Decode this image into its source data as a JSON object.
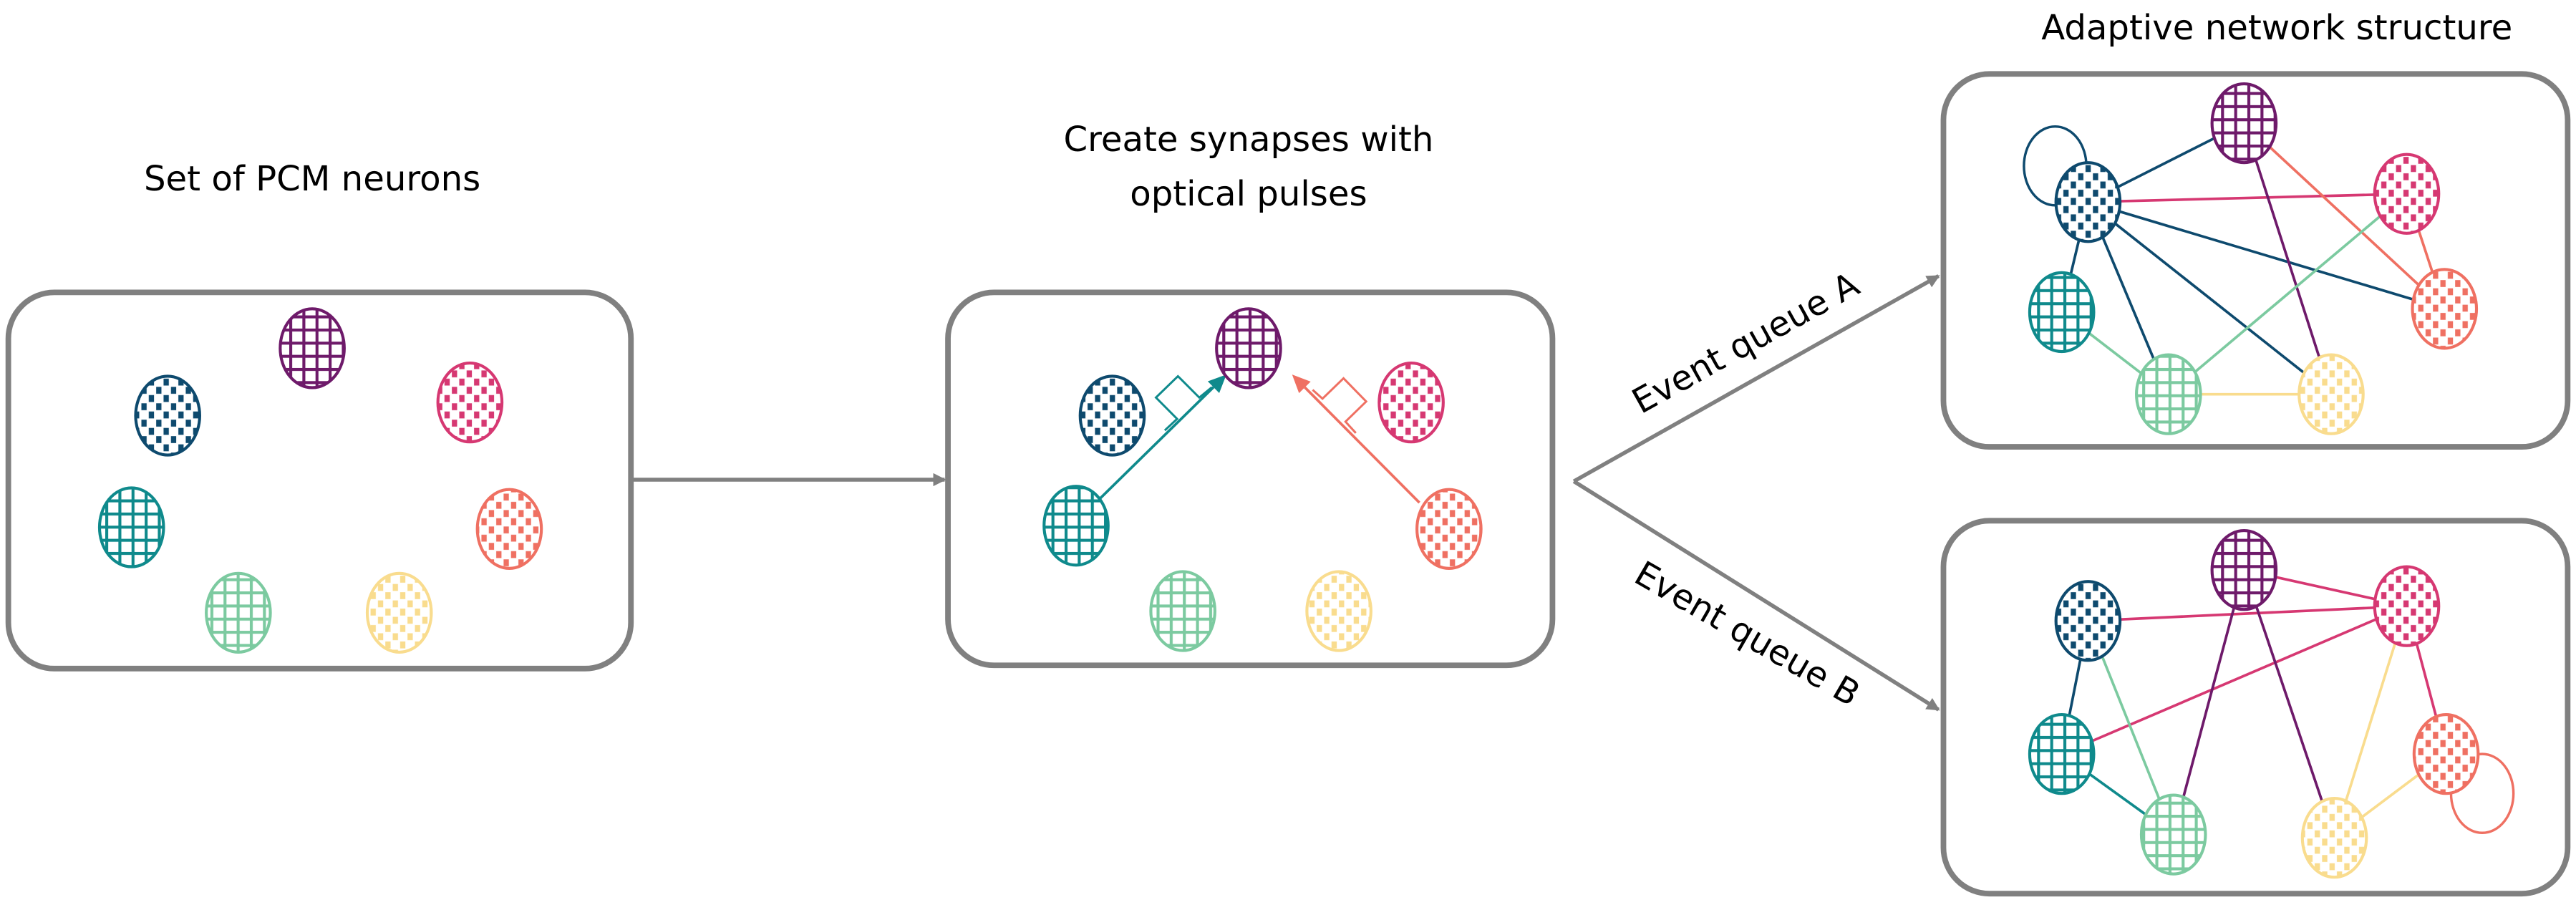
{
  "titles": {
    "set": "Set of PCM neurons",
    "synapse_line1": "Create synapses with",
    "synapse_line2": "optical pulses",
    "adaptive": "Adaptive network structure"
  },
  "event_labels": {
    "a": "Event queue A",
    "b": "Event queue B"
  },
  "neurons": [
    {
      "id": "purple",
      "color": "#6e1a6a",
      "pattern": "grid"
    },
    {
      "id": "navy",
      "color": "#0e4a6e",
      "pattern": "checker"
    },
    {
      "id": "pink",
      "color": "#d63872",
      "pattern": "checker"
    },
    {
      "id": "teal",
      "color": "#0f8a8c",
      "pattern": "grid"
    },
    {
      "id": "coral",
      "color": "#ef7062",
      "pattern": "checker"
    },
    {
      "id": "green",
      "color": "#7ccaa0",
      "pattern": "grid"
    },
    {
      "id": "yellow",
      "color": "#f9dc8e",
      "pattern": "checker"
    }
  ],
  "synapses": [
    {
      "from": "teal",
      "to": "purple",
      "color": "teal"
    },
    {
      "from": "coral",
      "to": "purple",
      "color": "coral"
    }
  ],
  "network_a": {
    "loops": [
      "navy"
    ],
    "edges": [
      [
        "navy",
        "purple",
        "navy"
      ],
      [
        "navy",
        "pink",
        "pink"
      ],
      [
        "navy",
        "teal",
        "navy"
      ],
      [
        "navy",
        "green",
        "navy"
      ],
      [
        "navy",
        "yellow",
        "navy"
      ],
      [
        "navy",
        "coral",
        "navy"
      ],
      [
        "purple",
        "yellow",
        "purple"
      ],
      [
        "purple",
        "coral",
        "coral"
      ],
      [
        "pink",
        "coral",
        "coral"
      ],
      [
        "pink",
        "green",
        "green"
      ],
      [
        "teal",
        "green",
        "green"
      ],
      [
        "green",
        "yellow",
        "yellow"
      ]
    ]
  },
  "network_b": {
    "loops": [
      "coral"
    ],
    "edges": [
      [
        "purple",
        "pink",
        "pink"
      ],
      [
        "navy",
        "pink",
        "pink"
      ],
      [
        "pink",
        "teal",
        "pink"
      ],
      [
        "purple",
        "green",
        "purple"
      ],
      [
        "purple",
        "yellow",
        "purple"
      ],
      [
        "navy",
        "teal",
        "navy"
      ],
      [
        "navy",
        "green",
        "green"
      ],
      [
        "teal",
        "green",
        "teal"
      ],
      [
        "pink",
        "yellow",
        "yellow"
      ],
      [
        "pink",
        "coral",
        "pink"
      ],
      [
        "yellow",
        "coral",
        "yellow"
      ]
    ]
  }
}
